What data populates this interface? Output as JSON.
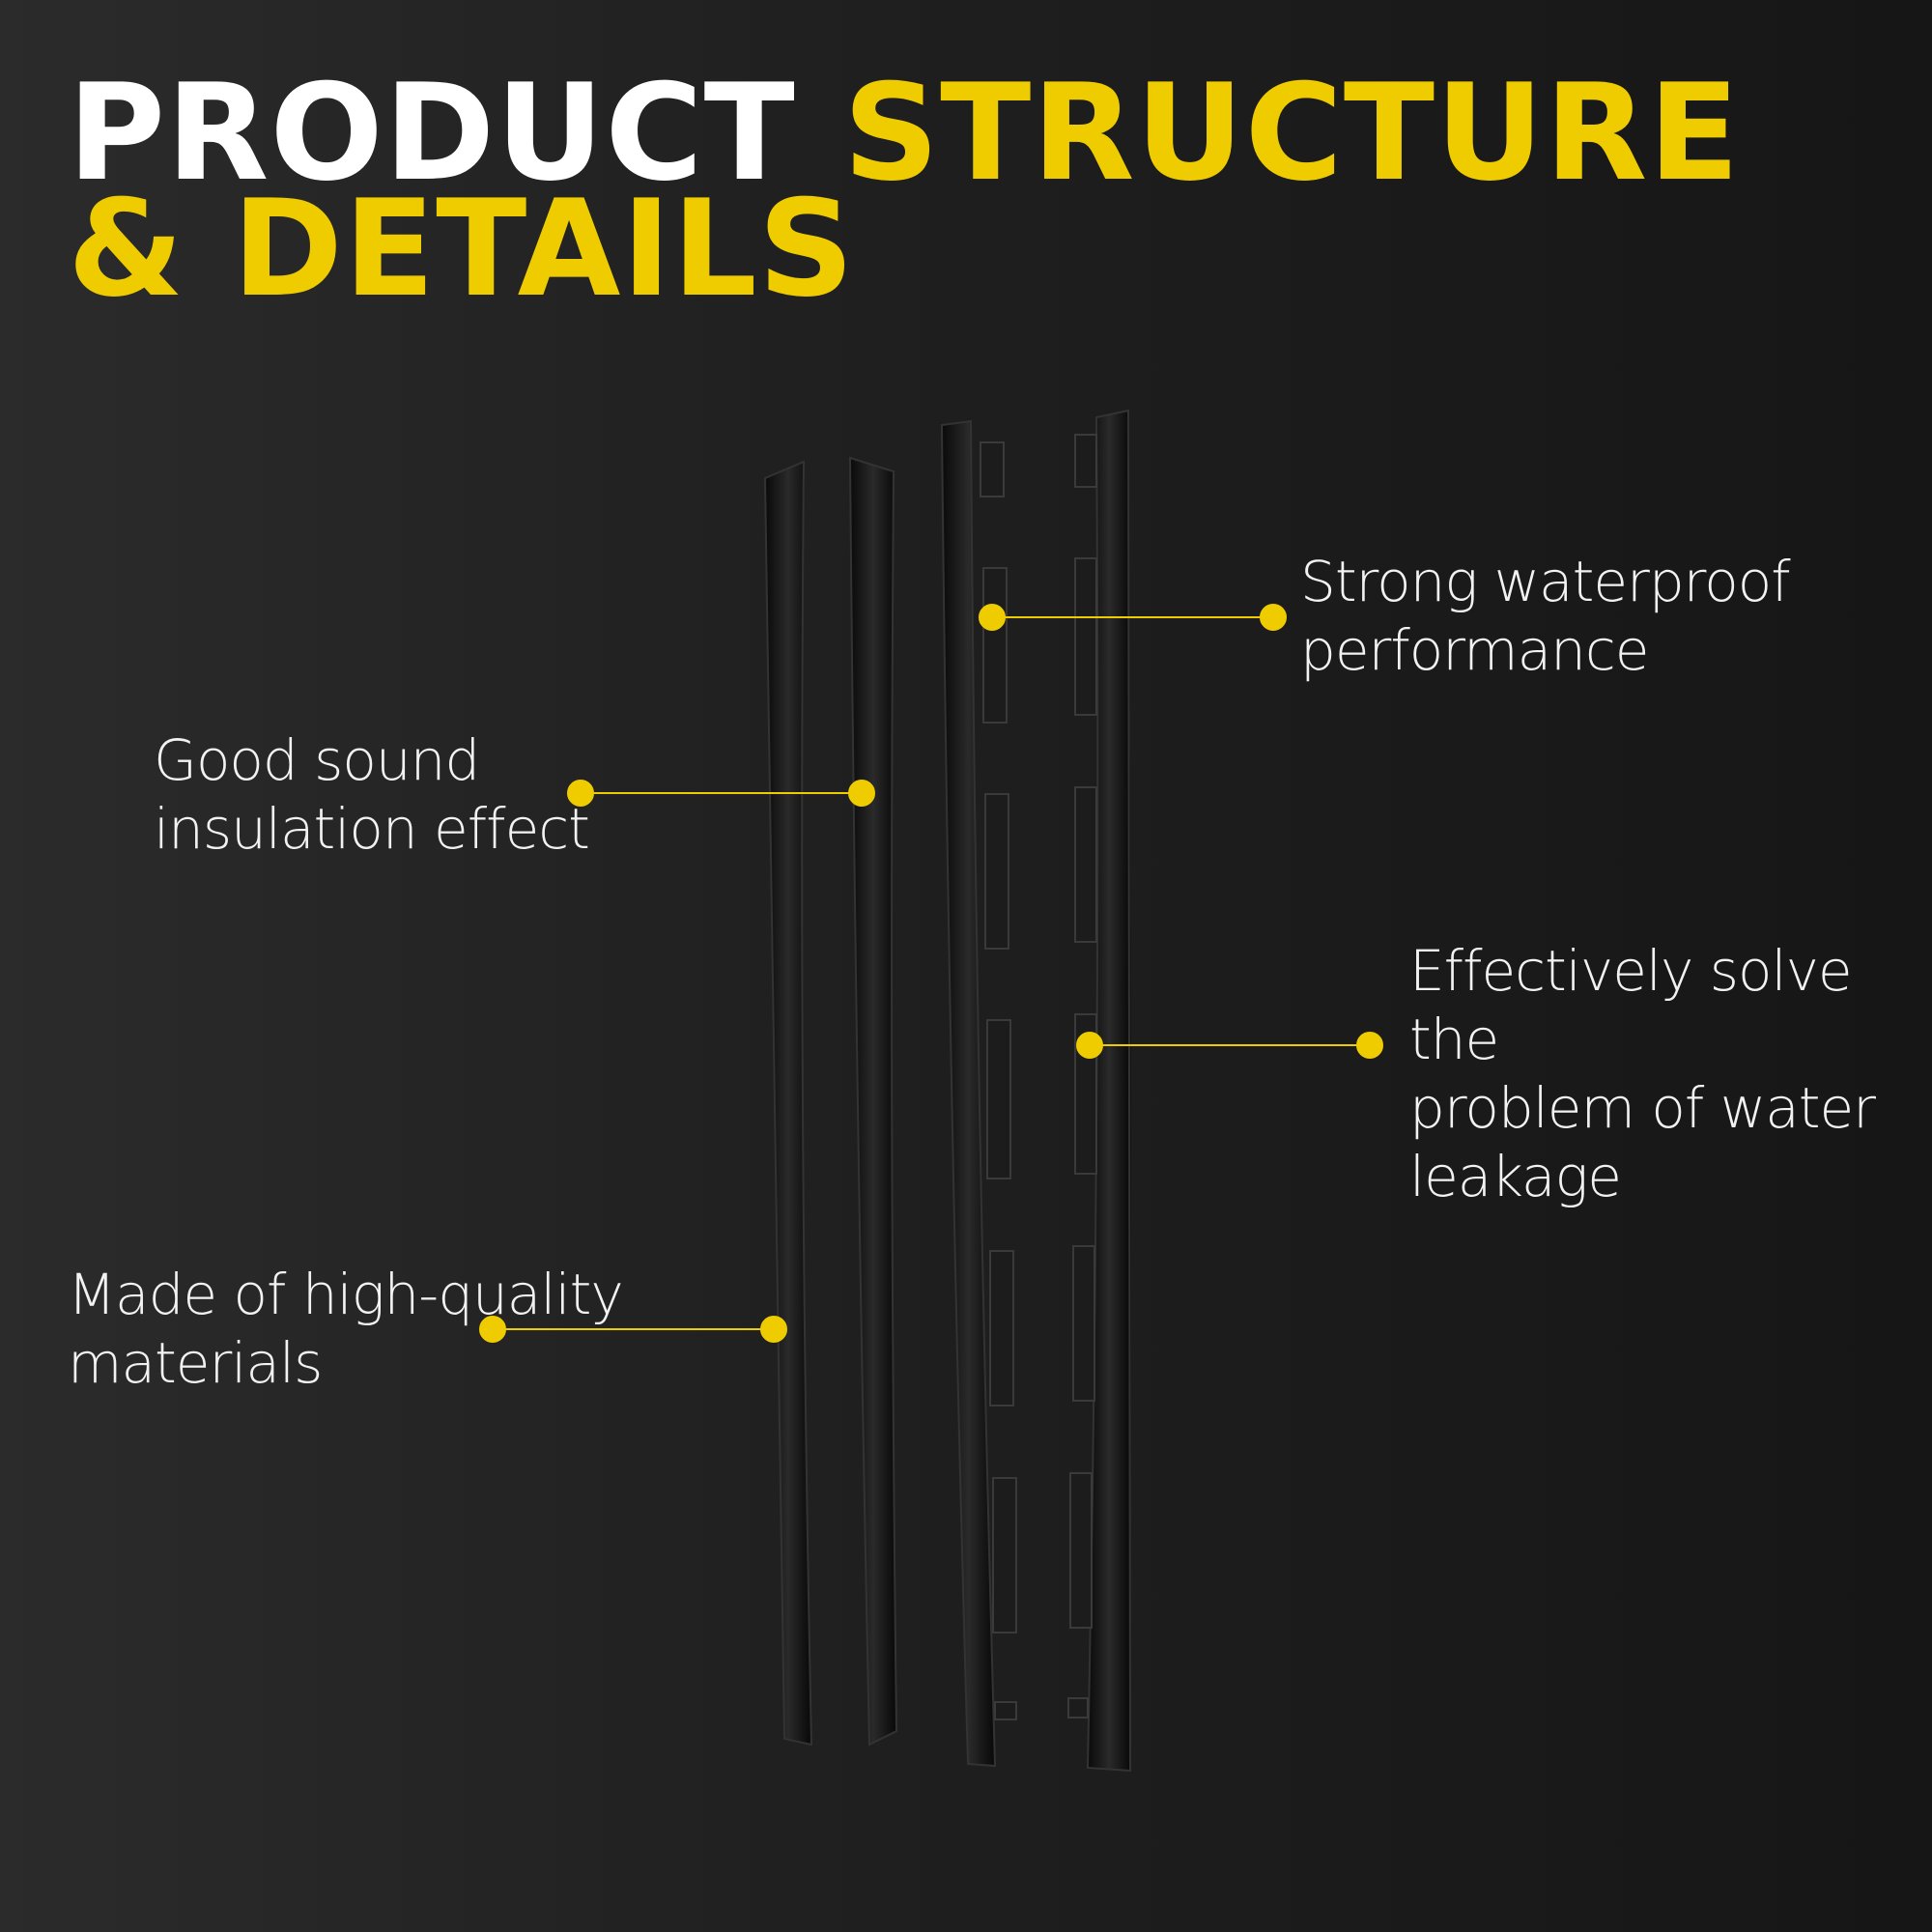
{
  "title": {
    "line1_white": "PRODUCT",
    "line1_yellow": "STRUCTURE",
    "line2": "& DETAILS"
  },
  "callouts": [
    {
      "lines": [
        "Strong waterproof",
        "performance"
      ]
    },
    {
      "lines": [
        "Good sound",
        "insulation effect"
      ]
    },
    {
      "lines": [
        "Effectively solve the",
        "problem of water",
        "leakage"
      ]
    },
    {
      "lines": [
        "Made of high-quality",
        "materials"
      ]
    }
  ],
  "colors": {
    "accent": "#eecc00",
    "background": "#1e1e1e",
    "text": "#f2f2f2"
  }
}
